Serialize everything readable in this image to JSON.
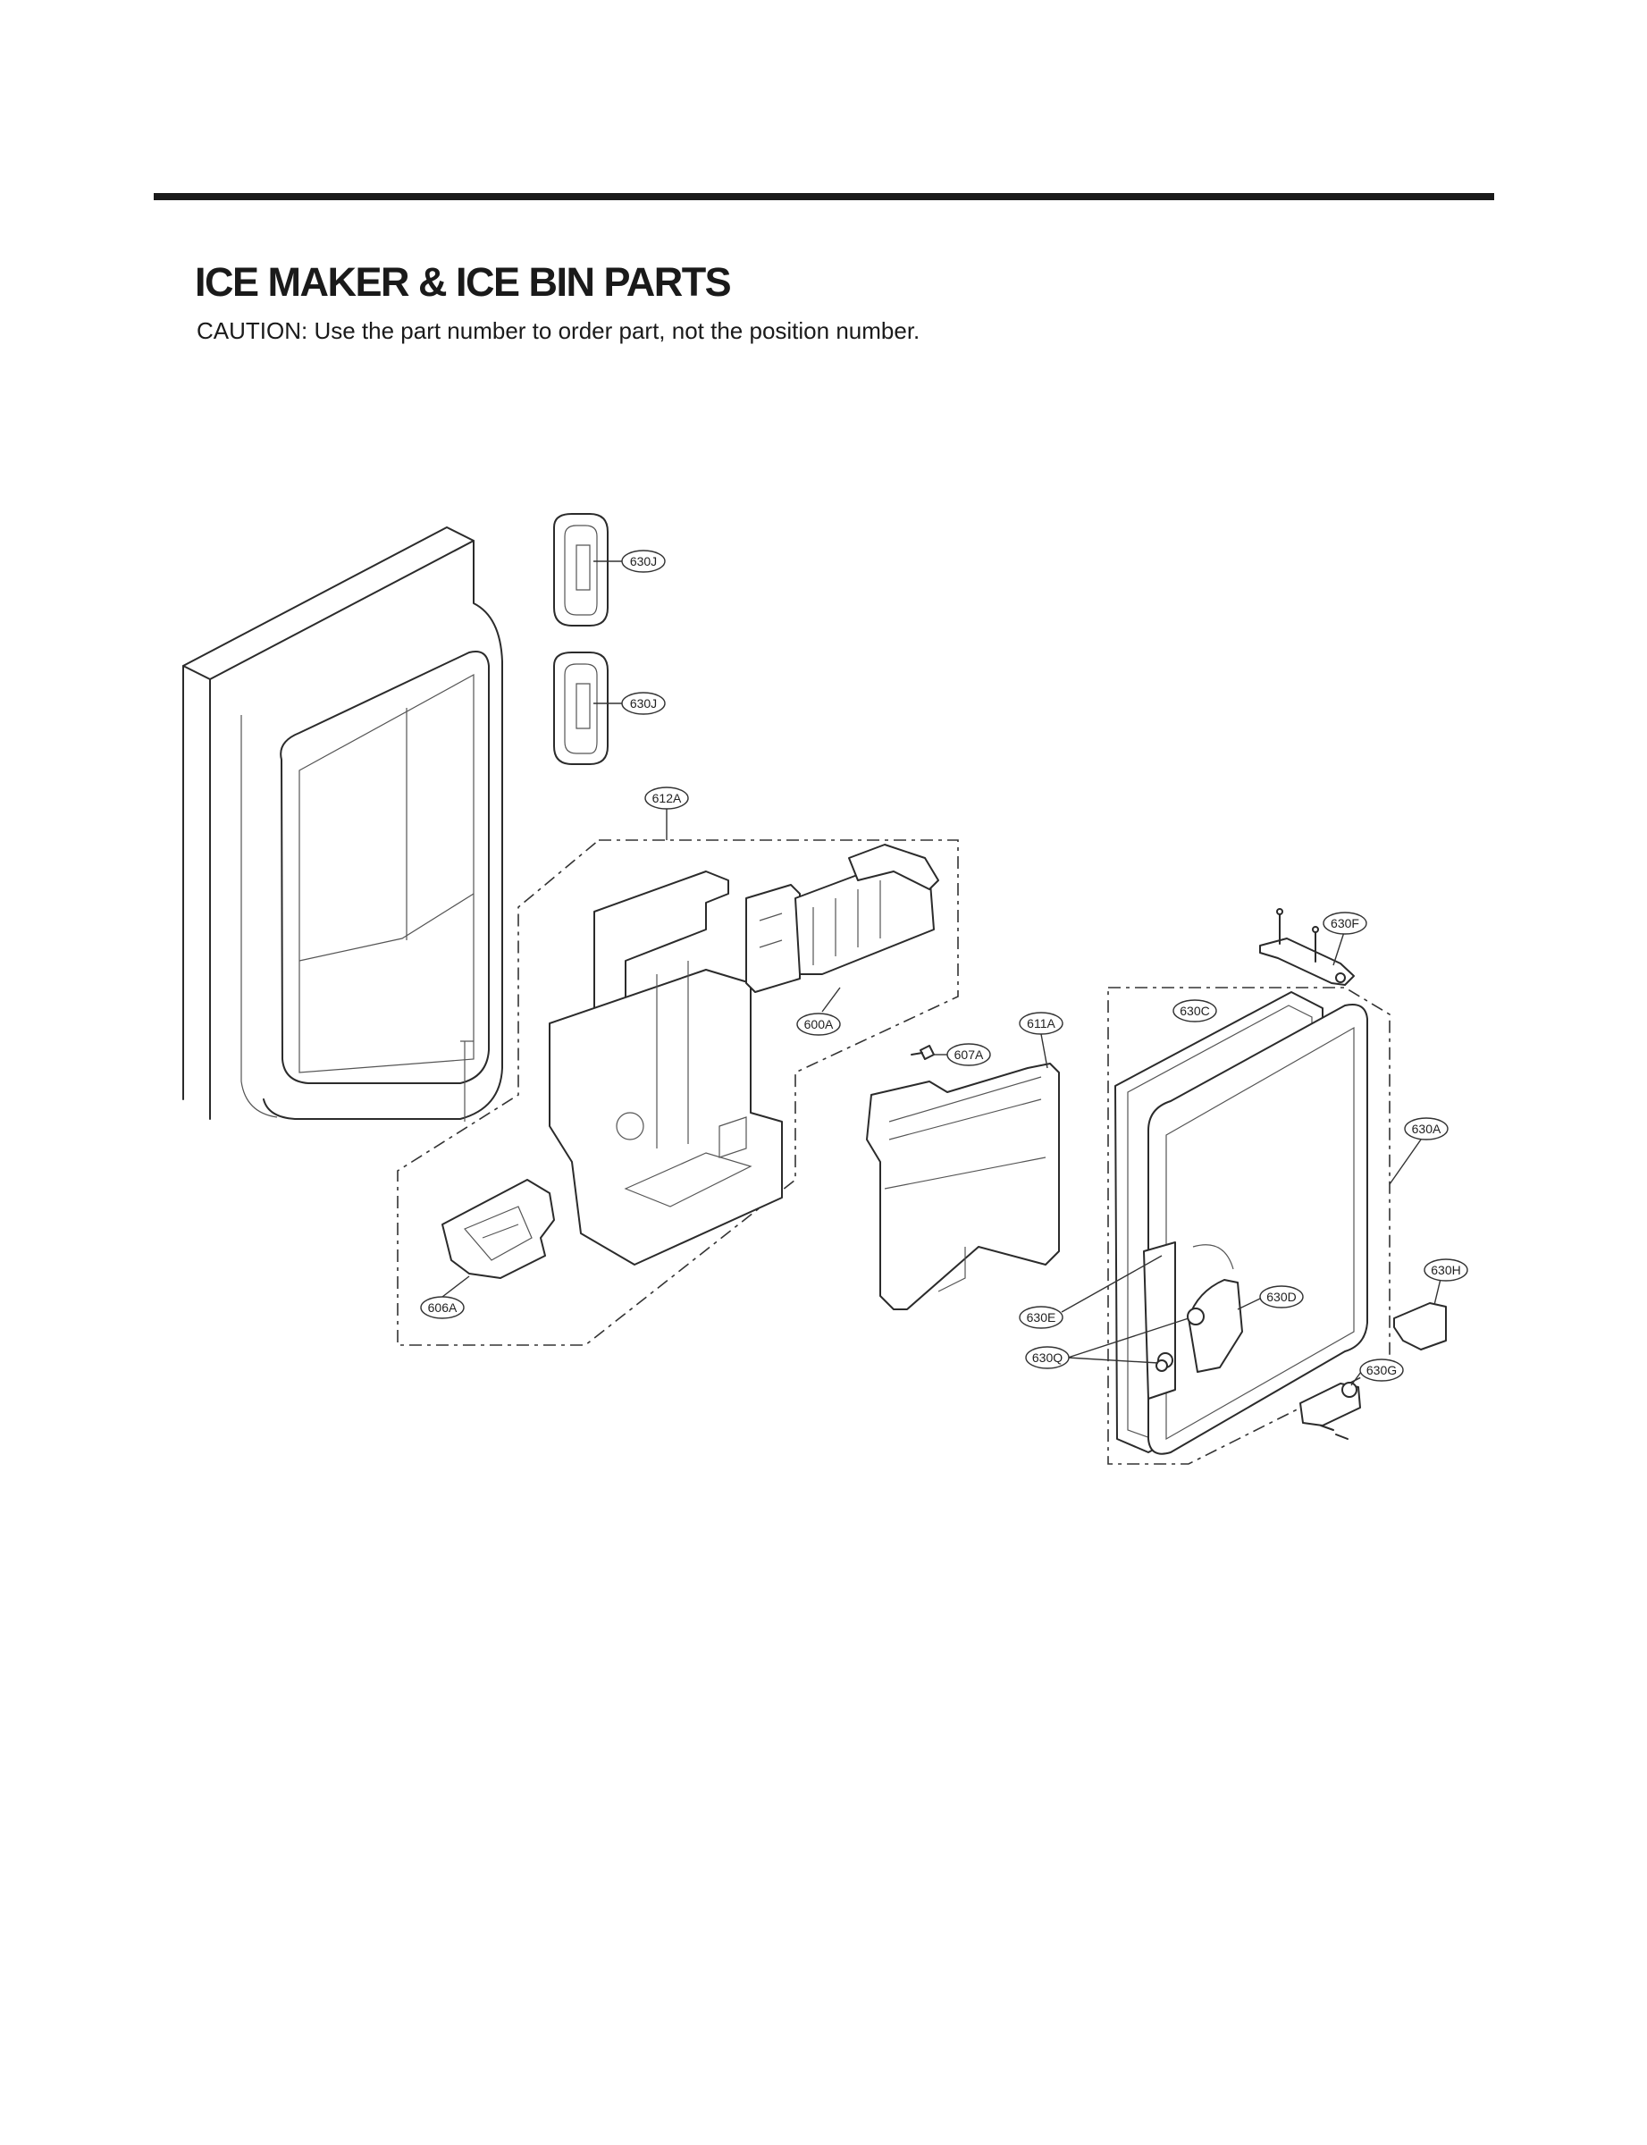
{
  "page": {
    "title": "ICE MAKER & ICE BIN PARTS",
    "caution": "CAUTION: Use the part number to order part, not the position number."
  },
  "labels": {
    "l630j_top": "630J",
    "l630j_bottom": "630J",
    "l612a": "612A",
    "l600a": "600A",
    "l607a": "607A",
    "l611a": "611A",
    "l606a": "606A",
    "l630f": "630F",
    "l630c": "630C",
    "l630a": "630A",
    "l630h": "630H",
    "l630d": "630D",
    "l630e": "630E",
    "l630q": "630Q",
    "l630g": "630G"
  }
}
